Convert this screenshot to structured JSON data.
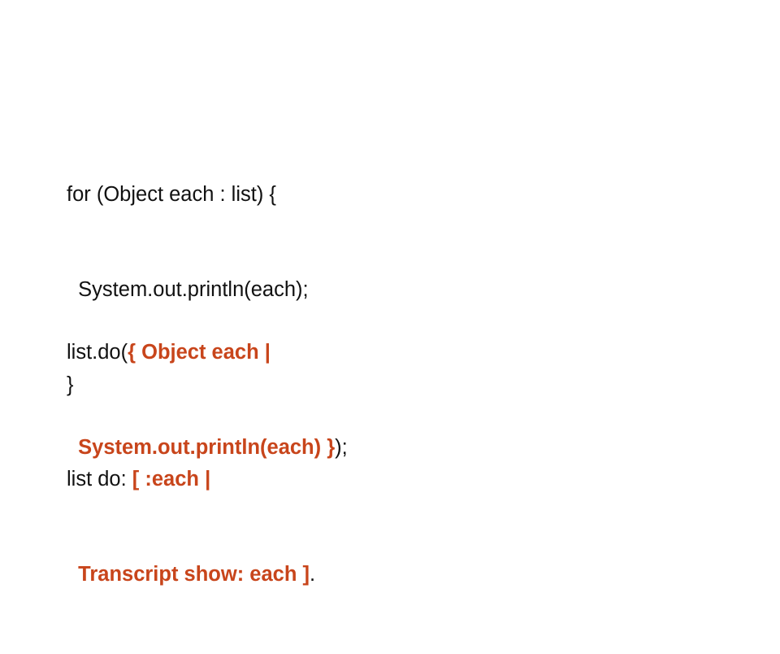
{
  "colors": {
    "background": "#ffffff",
    "text": "#111111",
    "highlight": "#c8451b"
  },
  "java_for_loop": {
    "line1": "for (Object each : list) {",
    "line2": "  System.out.println(each);",
    "line3": "}"
  },
  "java_closure": {
    "line1_plain": "list.do(",
    "line1_highlight": "{ Object each |",
    "line2_indent": "  ",
    "line2_highlight": "System.out.println(each) }",
    "line2_plain": ");"
  },
  "smalltalk_block": {
    "line1_plain": "list do: ",
    "line1_highlight": "[ :each |",
    "line2_indent": "  ",
    "line2_highlight": "Transcript show: each ]",
    "line2_plain": "."
  }
}
